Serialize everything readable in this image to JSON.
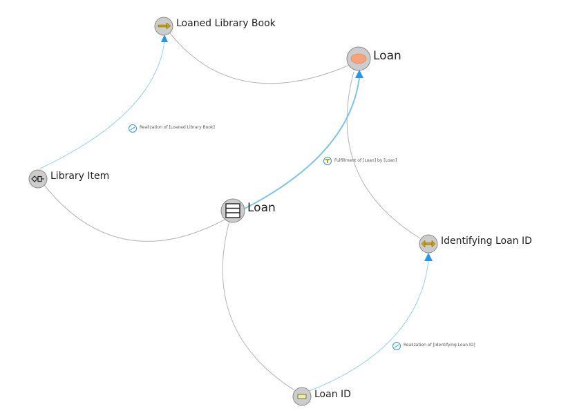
{
  "nodes": {
    "loaned_library_book": {
      "label": "Loaned Library Book",
      "icon": "role-arrow-icon",
      "color": "#c8a400"
    },
    "loan_top": {
      "label": "Loan",
      "icon": "relator-ellipse-icon",
      "color": "#f4a37a"
    },
    "library_item": {
      "label": "Library Item",
      "icon": "kind-diamond-icon",
      "color": "#333333"
    },
    "loan_mid": {
      "label": "Loan",
      "icon": "table-icon",
      "color": "#333333"
    },
    "identifying_loan_id": {
      "label": "Identifying Loan ID",
      "icon": "identifier-double-arrow-icon",
      "color": "#c8a400"
    },
    "loan_id": {
      "label": "Loan ID",
      "icon": "value-rectangle-icon",
      "color": "#f5f08a"
    }
  },
  "edges": {
    "realization_lib_book": {
      "label": "Realization of [Loaned Library Book]"
    },
    "fulfillment_loan": {
      "label": "Fulfillment of [Loan] by [Loan]"
    },
    "realization_loan_id": {
      "label": "Realization of [Identifying Loan ID]"
    }
  },
  "colors": {
    "node_fill": "#cccccc",
    "grey_edge": "#b5b5b5",
    "blue_edge": "#8fd0ef",
    "arrow": "#2196f3"
  }
}
